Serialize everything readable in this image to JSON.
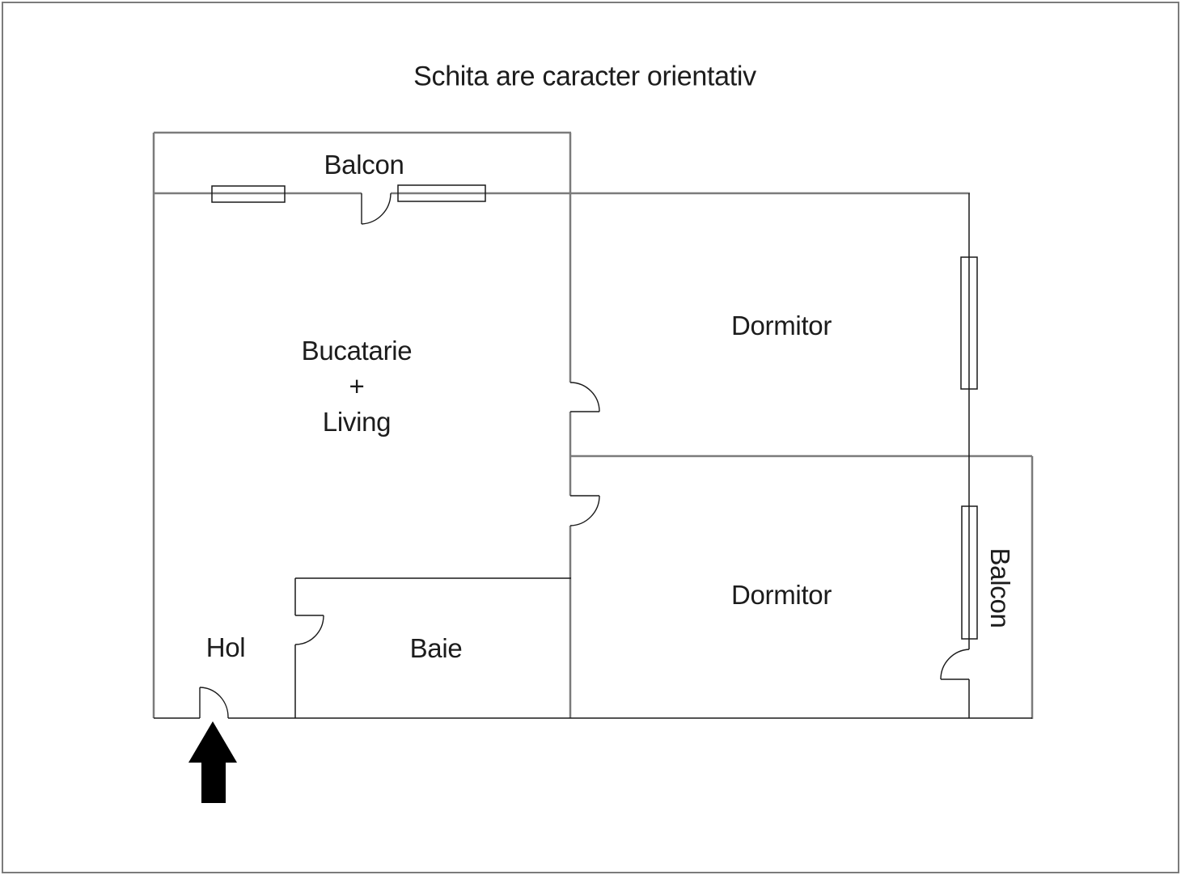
{
  "title": "Schita are caracter orientativ",
  "colors": {
    "wall": "#7b7b7b",
    "detail": "#1a1a1a",
    "text": "#1c1c1c",
    "arrow": "#000000",
    "background": "#ffffff"
  },
  "rooms": {
    "balcon_top": "Balcon",
    "kitchen_living": {
      "lines": [
        "Bucatarie",
        "+",
        "Living"
      ]
    },
    "dormitor_top": "Dormitor",
    "dormitor_bottom": "Dormitor",
    "baie": "Baie",
    "hol": "Hol",
    "balcon_right": "Balcon"
  },
  "symbols": {
    "windows_count": 4,
    "doors_count": 6,
    "entrance_arrow": true
  }
}
